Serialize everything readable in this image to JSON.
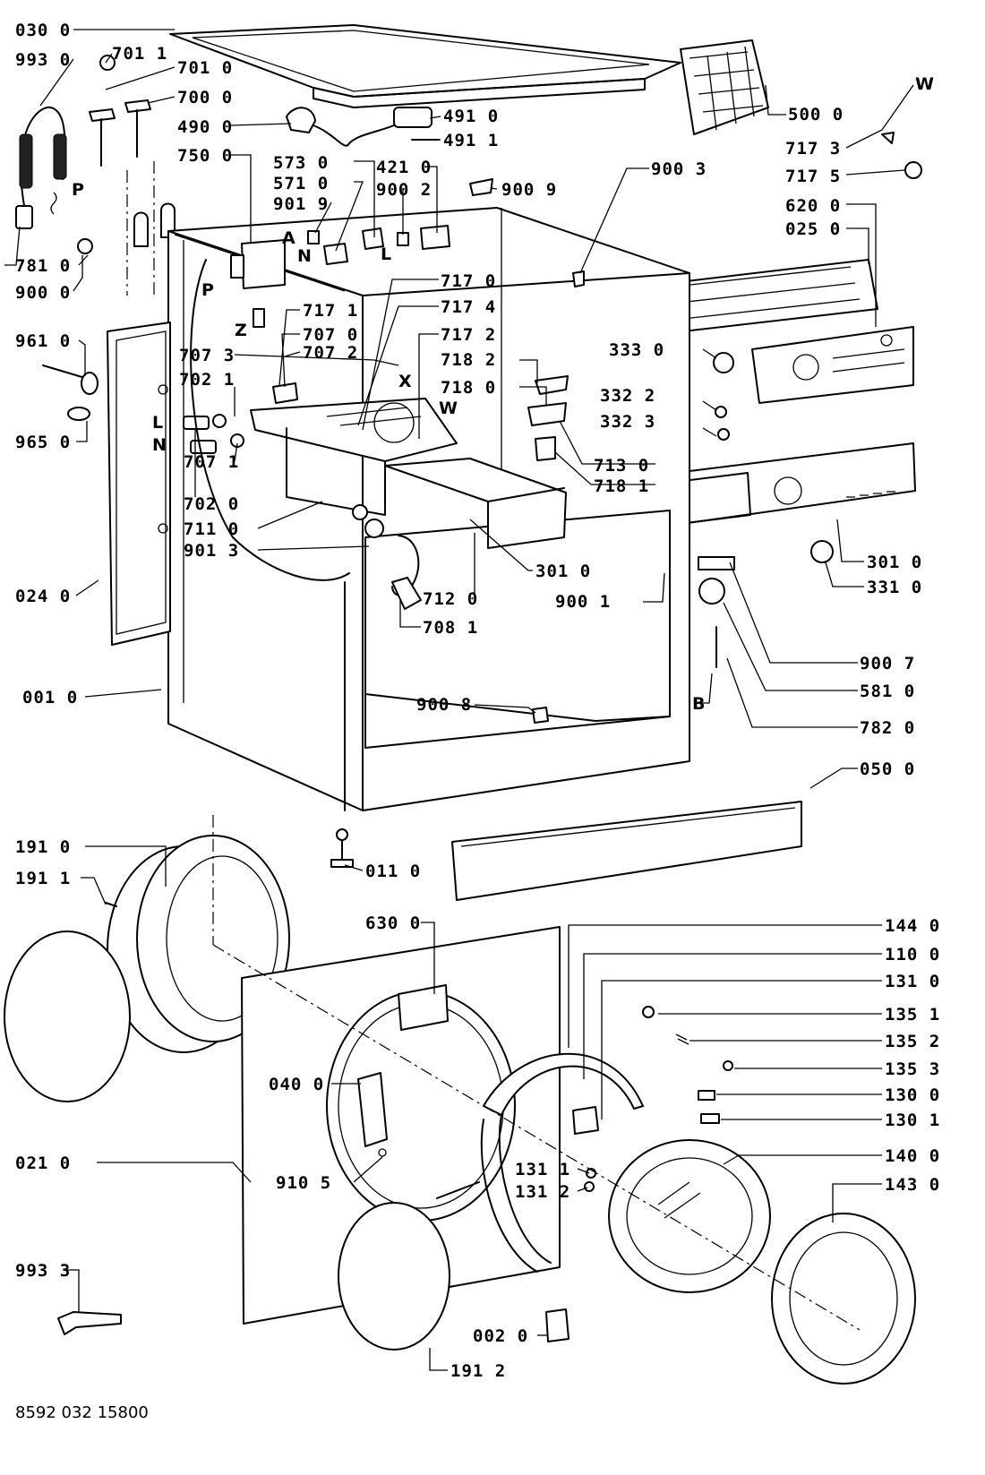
{
  "drawing_number": "8592 032 15800",
  "colors": {
    "ink": "#000000",
    "paper": "#ffffff"
  },
  "callouts": {
    "c0300": "030 0",
    "c9930": "993 0",
    "c7011": "701 1",
    "c7010": "701 0",
    "c7000": "700 0",
    "c4900": "490 0",
    "c4910": "491 0",
    "c4911": "491 1",
    "c7500": "750 0",
    "c5730": "573 0",
    "c5710": "571 0",
    "c9019": "901 9",
    "c4210": "421 0",
    "c9002": "900 2",
    "c9009": "900 9",
    "c9003": "900 3",
    "c5000": "500 0",
    "c7173": "717 3",
    "c7175": "717 5",
    "c6200": "620 0",
    "c0250": "025 0",
    "c7810": "781 0",
    "c9000": "900 0",
    "c9610": "961 0",
    "c9650": "965 0",
    "c7170": "717 0",
    "c7174": "717 4",
    "c7171": "717 1",
    "c7070": "707 0",
    "c7072": "707 2",
    "c7073": "707 3",
    "c7021": "702 1",
    "c7172": "717 2",
    "c7182": "718 2",
    "c7180": "718 0",
    "c3330": "333 0",
    "c3322": "332 2",
    "c3323": "332 3",
    "c7130": "713 0",
    "c7181": "718 1",
    "c7071": "707 1",
    "c7020": "702 0",
    "c7110": "711 0",
    "c9013": "901 3",
    "c3010a": "301 0",
    "c3010b": "301 0",
    "c3310": "331 0",
    "c0240": "024 0",
    "c7120": "712 0",
    "c7081": "708 1",
    "c9001": "900 1",
    "c9007": "900 7",
    "c5810": "581 0",
    "c0010": "001 0",
    "c9008": "900 8",
    "c7820": "782 0",
    "c0500": "050 0",
    "c1910": "191 0",
    "c1911": "191 1",
    "c0110": "011 0",
    "c6300": "630 0",
    "c1440": "144 0",
    "c1100": "110 0",
    "c1310": "131 0",
    "c1351": "135 1",
    "c1352": "135 2",
    "c1353": "135 3",
    "c0400": "040 0",
    "c1300": "130 0",
    "c1301": "130 1",
    "c0210": "021 0",
    "c1400": "140 0",
    "c9105": "910 5",
    "c1311": "131 1",
    "c1312": "131 2",
    "c1430": "143 0",
    "c9933": "993 3",
    "c0020": "002 0",
    "c1912": "191 2"
  },
  "markers": {
    "w1": "W",
    "w2": "W",
    "p1": "P",
    "p2": "P",
    "a": "A",
    "n1": "N",
    "n2": "N",
    "l1": "L",
    "l2": "L",
    "z": "Z",
    "x": "X",
    "b": "B"
  }
}
